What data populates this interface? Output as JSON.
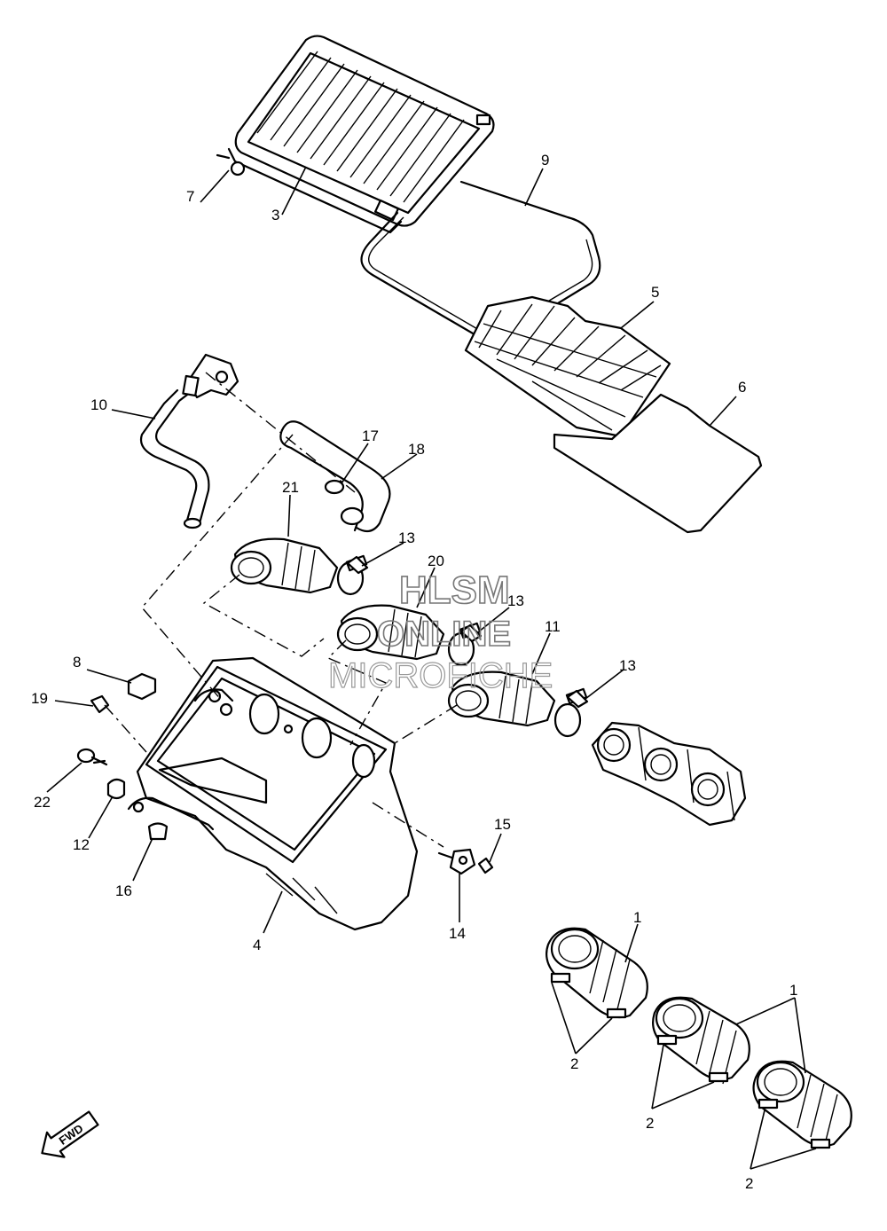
{
  "callouts": {
    "c1a": "1",
    "c1b": "1",
    "c2a": "2",
    "c2b": "2",
    "c2c": "2",
    "c3": "3",
    "c4": "4",
    "c5": "5",
    "c6": "6",
    "c7": "7",
    "c8": "8",
    "c9": "9",
    "c10": "10",
    "c11": "11",
    "c12": "12",
    "c13a": "13",
    "c13b": "13",
    "c13c": "13",
    "c14": "14",
    "c15": "15",
    "c16": "16",
    "c17": "17",
    "c18": "18",
    "c19": "19",
    "c20": "20",
    "c21": "21",
    "c22": "22"
  },
  "watermark": {
    "line1": "HLSM",
    "line2": "ONLINE",
    "line3": "MICROFICHE"
  },
  "fwd_label": "FWD"
}
